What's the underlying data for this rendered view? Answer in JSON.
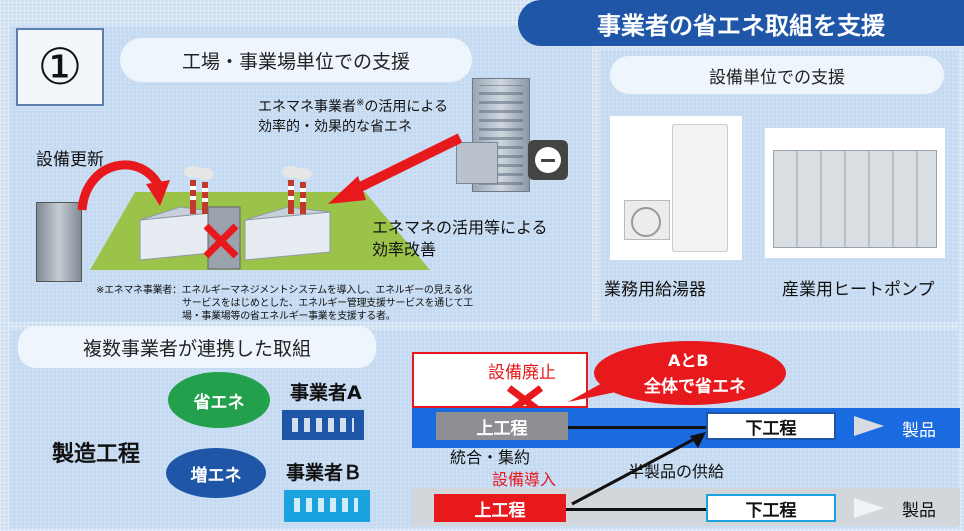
{
  "header": {
    "banner": "事業者の省エネ取組を支援",
    "number": "①"
  },
  "factory_panel": {
    "title": "工場・事業場単位での支援",
    "emane_text_line1": "エネマネ事業者",
    "emane_note_mark": "※",
    "emane_text_line1_rest": "の活用による",
    "emane_text_line2": "効率的・効果的な省エネ",
    "equipment_update": "設備更新",
    "efficiency_line1": "エネマネの活用等による",
    "efficiency_line2": "効率改善",
    "footnote_line1": "※エネマネ事業者：エネルギーマネジメントシステムを導入し、エネルギーの見える化",
    "footnote_line2": "サービスをはじめとした、エネルギー管理支援サービスを通じて工",
    "footnote_line3": "場・事業場等の省エネルギー事業を支援する者。"
  },
  "equipment_panel": {
    "title": "設備単位での支援",
    "item1": "業務用給湯器",
    "item2": "産業用ヒートポンプ"
  },
  "collab": {
    "title": "複数事業者が連携した取組",
    "badge_save": "省エネ",
    "company_a": "事業者A",
    "badge_increase": "増エネ",
    "company_b": "事業者Ｂ",
    "process_label": "製造工程",
    "abolish": "設備廃止",
    "callout_line1": "AとB",
    "callout_line2": "全体で省エネ",
    "upper_process_a": "上工程",
    "lower_process_a": "下工程",
    "product_a": "製品",
    "integrate": "統合・集約",
    "introduce": "設備導入",
    "semi_supply": "半製品の供給",
    "upper_process_b": "上工程",
    "lower_process_b": "下工程",
    "product_b": "製品"
  },
  "colors": {
    "banner": "#1f56a8",
    "red": "#e8191c",
    "blue_band": "#1a6be0",
    "green": "#22a04b",
    "navy": "#1f56a8"
  }
}
